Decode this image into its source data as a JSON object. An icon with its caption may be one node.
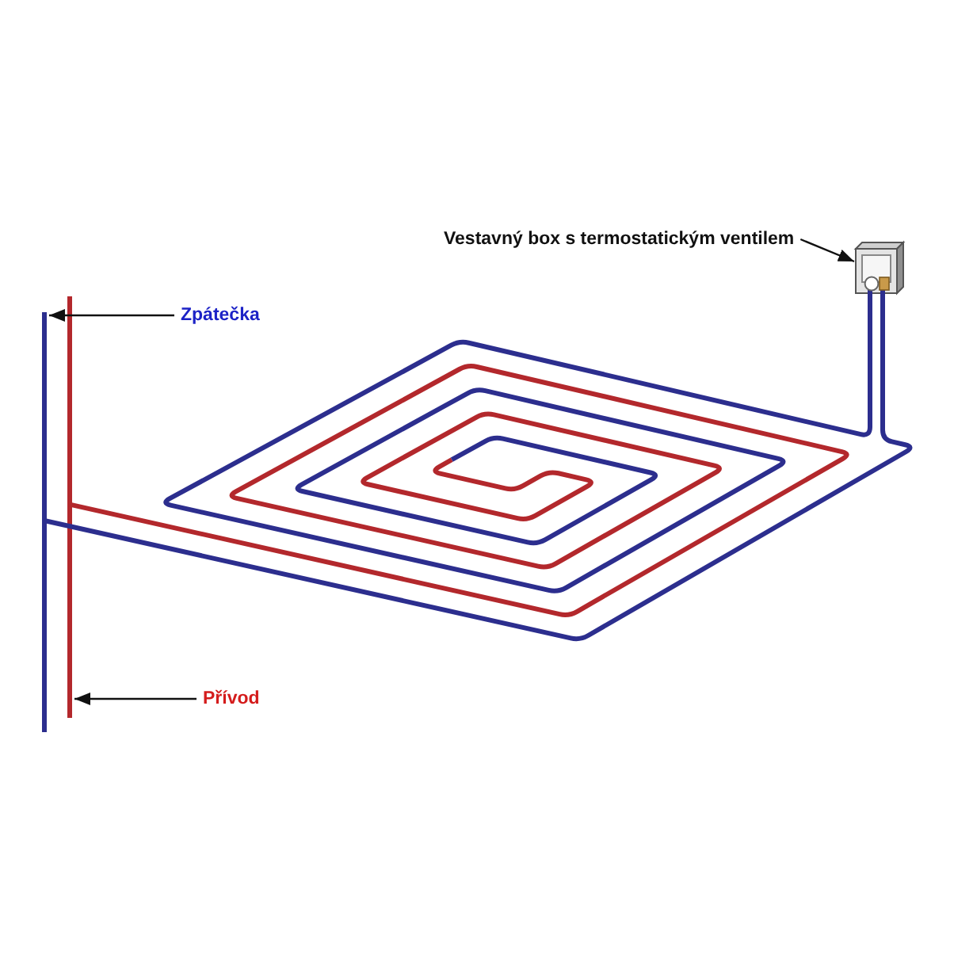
{
  "diagram": {
    "nodes": [
      {
        "text": [
          "Vestavný box s termostatickým ventilem"
        ]
      },
      {
        "text": [],
        "shape": "picture"
      },
      {
        "text": [
          "Zpátečka"
        ]
      },
      {
        "text": [
          "Přívod"
        ]
      }
    ],
    "edges": [
      {
        "from": 0,
        "to": 1,
        "arrow": "to"
      },
      {
        "from": 2,
        "to": null,
        "arrow": "to"
      },
      {
        "from": 3,
        "to": null,
        "arrow": "to"
      }
    ]
  }
}
